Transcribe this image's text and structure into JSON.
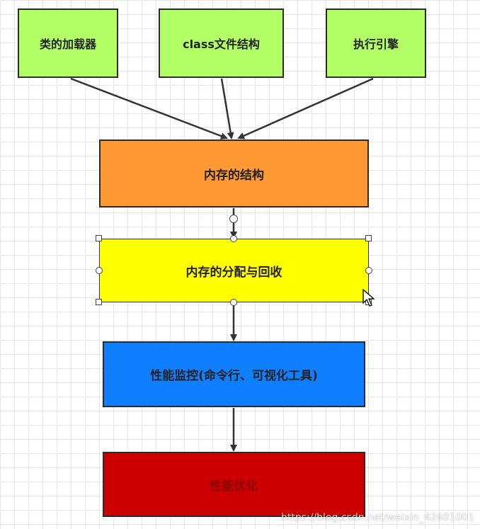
{
  "diagram": {
    "nodes": {
      "classloader": {
        "label": "类的加载器"
      },
      "classfile": {
        "label": "class文件结构"
      },
      "engine": {
        "label": "执行引擎"
      },
      "memstruct": {
        "label": "内存的结构"
      },
      "memalloc": {
        "label": "内存的分配与回收"
      },
      "perfmon": {
        "label": "性能监控(命令行、可视化工具)"
      },
      "perftune": {
        "label": "性能优化"
      }
    },
    "edges": [
      {
        "from": "classloader",
        "to": "memstruct"
      },
      {
        "from": "classfile",
        "to": "memstruct"
      },
      {
        "from": "engine",
        "to": "memstruct"
      },
      {
        "from": "memstruct",
        "to": "memalloc"
      },
      {
        "from": "memalloc",
        "to": "perfmon"
      },
      {
        "from": "perfmon",
        "to": "perftune"
      }
    ],
    "selected_node": "memalloc"
  },
  "colors": {
    "top_nodes": "#b3ff66",
    "memstruct": "#ff9933",
    "memalloc": "#ffff00",
    "perfmon": "#0f7fff",
    "perftune": "#cc0000",
    "edge": "#333333"
  },
  "watermark": "https://blog.csdn.net/weixin_42601001"
}
